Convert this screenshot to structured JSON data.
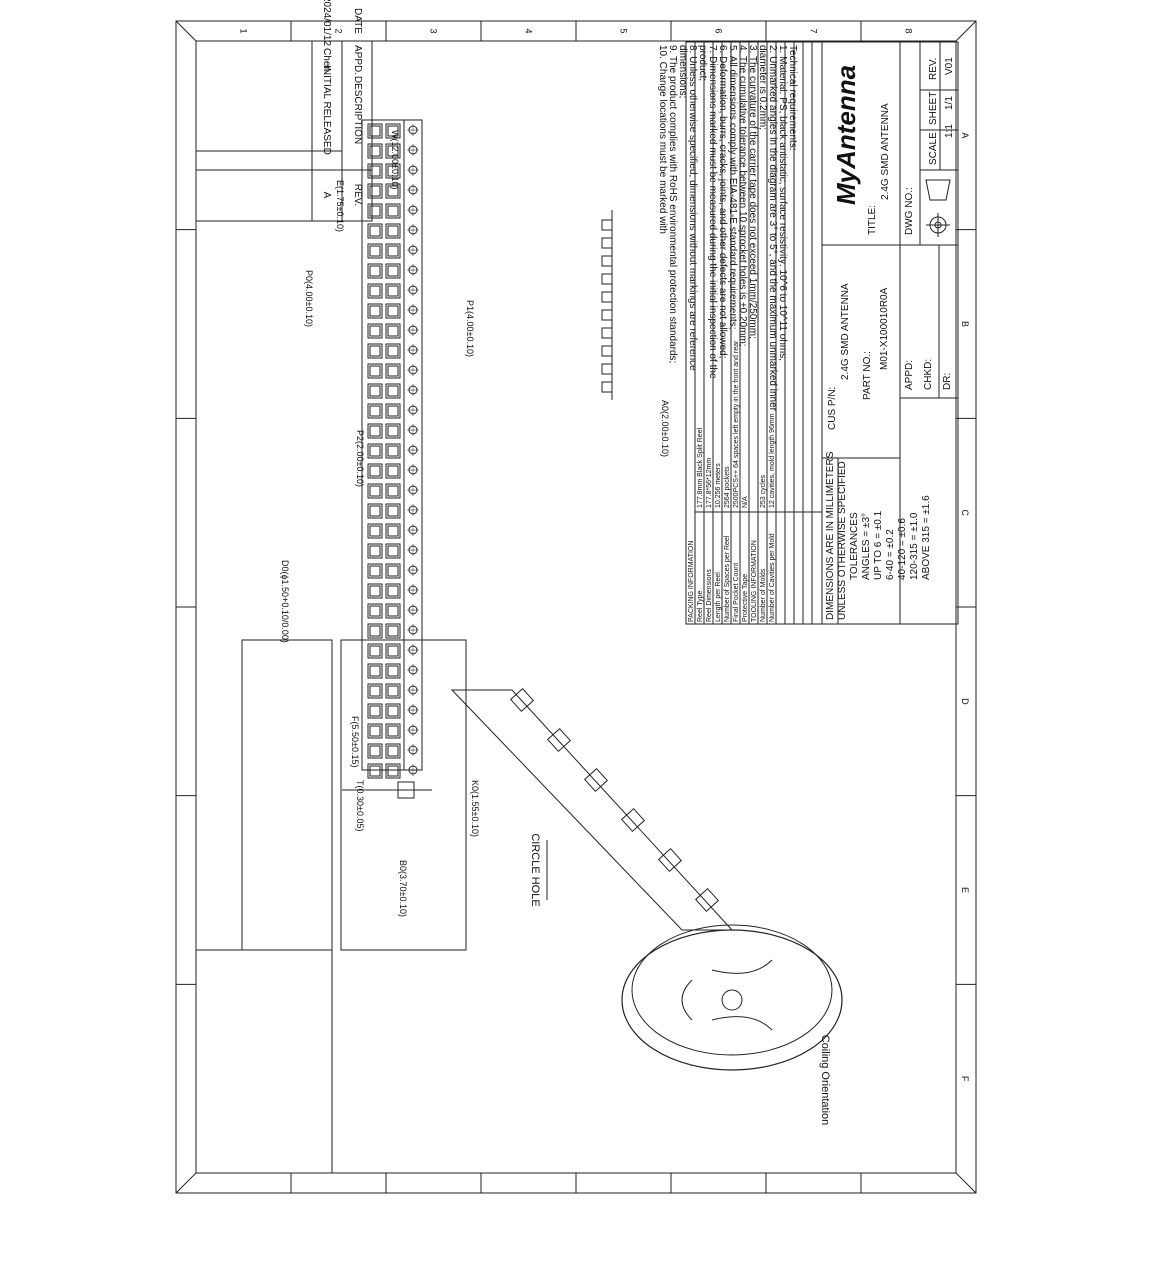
{
  "zones": {
    "letters": [
      "A",
      "B",
      "C",
      "D",
      "E",
      "F"
    ],
    "numbers": [
      "1",
      "2",
      "3",
      "4",
      "5",
      "6",
      "7",
      "8"
    ]
  },
  "revision_block": {
    "headers": [
      "REV.",
      "DESCRIPTION",
      "APPD.",
      "DATE"
    ],
    "rows": [
      [
        "A",
        "INITIAL RELEASED",
        "Chen",
        "2024/01/12"
      ]
    ]
  },
  "reel_view": {
    "coiling_label": "Coiling Orientation",
    "circle_hole_label": "CIRCLE HOLE"
  },
  "dimensions": {
    "B0": "B0(3.70±0.10)",
    "T": "T(0.30±0.05)",
    "K0": "K0(1.55±0.10)",
    "F": "F(5.50±0.15)",
    "D0": "D0(ϕ1.50+0.10/0.00)",
    "P2": "P2(2.00±0.10)",
    "A0": "A0(2.00±0.10)",
    "P1": "P1(4.00±0.10)",
    "P0": "P0(4.00±0.10)",
    "E": "E(1.75±0.10)",
    "W": "W(12.00±0.10)"
  },
  "packing_table": {
    "section1": "PACKING INFORMATION",
    "rows1": [
      [
        "Reel Type",
        "177.8mm Black Split Reel"
      ],
      [
        "Reel Dimensions",
        "177.8*56*12mm"
      ],
      [
        "Length per Reel",
        "10.256 meters"
      ],
      [
        "Number of Spaces per Reel",
        "2564 pockets"
      ],
      [
        "Final Pocket Count",
        "2500PCS++ 64 spaces left empty in the front and rear"
      ],
      [
        "Protective Tape",
        "N/A"
      ]
    ],
    "section2": "TOOLING INFORMATION",
    "rows2": [
      [
        "Number of Molds",
        "253 cycles"
      ],
      [
        "Number of Cavities per Mold",
        "12 cavities, mold length 96mm"
      ]
    ]
  },
  "tolerances": {
    "lines": [
      "DIMENSIONS ARE IN MILLIMETERS",
      "UNLESS OTHERWISE SPECIFIED",
      "TOLERANCES",
      "ANGLES = ±3°",
      "UP TO 6 = ±0.1",
      "6-40 = ±0.2",
      "40-120 = ±0.6",
      "120-315 = ±1.0",
      "ABOVE 315 = ±1.6"
    ]
  },
  "title_block": {
    "cus_pn_label": "CUS P/N:",
    "cus_pn_value": "2.4G SMD ANTENNA",
    "part_no_label": "PART NO.:",
    "part_no_value": "M01-X100010R0A",
    "appd_label": "APPD:",
    "chkd_label": "CHKD:",
    "dr_label": "DR:",
    "logo": "MyAntenna",
    "title_label": "TITLE:",
    "title_value": "2.4G SMD ANTENNA",
    "dwg_label": "DWG NO.:",
    "scale_label": "SCALE",
    "scale_value": "1:1",
    "sheet_label": "SHEET",
    "sheet_value": "1/1",
    "rev_label": "REV.",
    "rev_value": "V01"
  },
  "tech_req": {
    "lines": [
      "Technical requirements:",
      "1. Material: PS, black antistatic, surface resistivity: 10^6 to 10^11 ohms;",
      "2. Unmarked angles in the diagram are 3° to 5°, and the maximum unmarked inner",
      "diameter is 0.2mm;",
      "3. The curvature of the carrier tape does not exceed 1mm/250mm;",
      "4. The cumulative tolerance between 10 sprocket holes is ±0.20mm;",
      "5. All dimensions comply with EIA-481-E standard requirements;",
      "6. Deformation, burrs, cracks, joints, and other defects are not allowed;",
      "7. Dimensions marked    must be measured during the initial inspection of the",
      "product;",
      "8. Unless otherwise specified, dimensions without markings are reference",
      "dimensions;",
      "9. The product complies with RoHS environmental protection standards;",
      "10. Change locations must be marked with"
    ]
  }
}
